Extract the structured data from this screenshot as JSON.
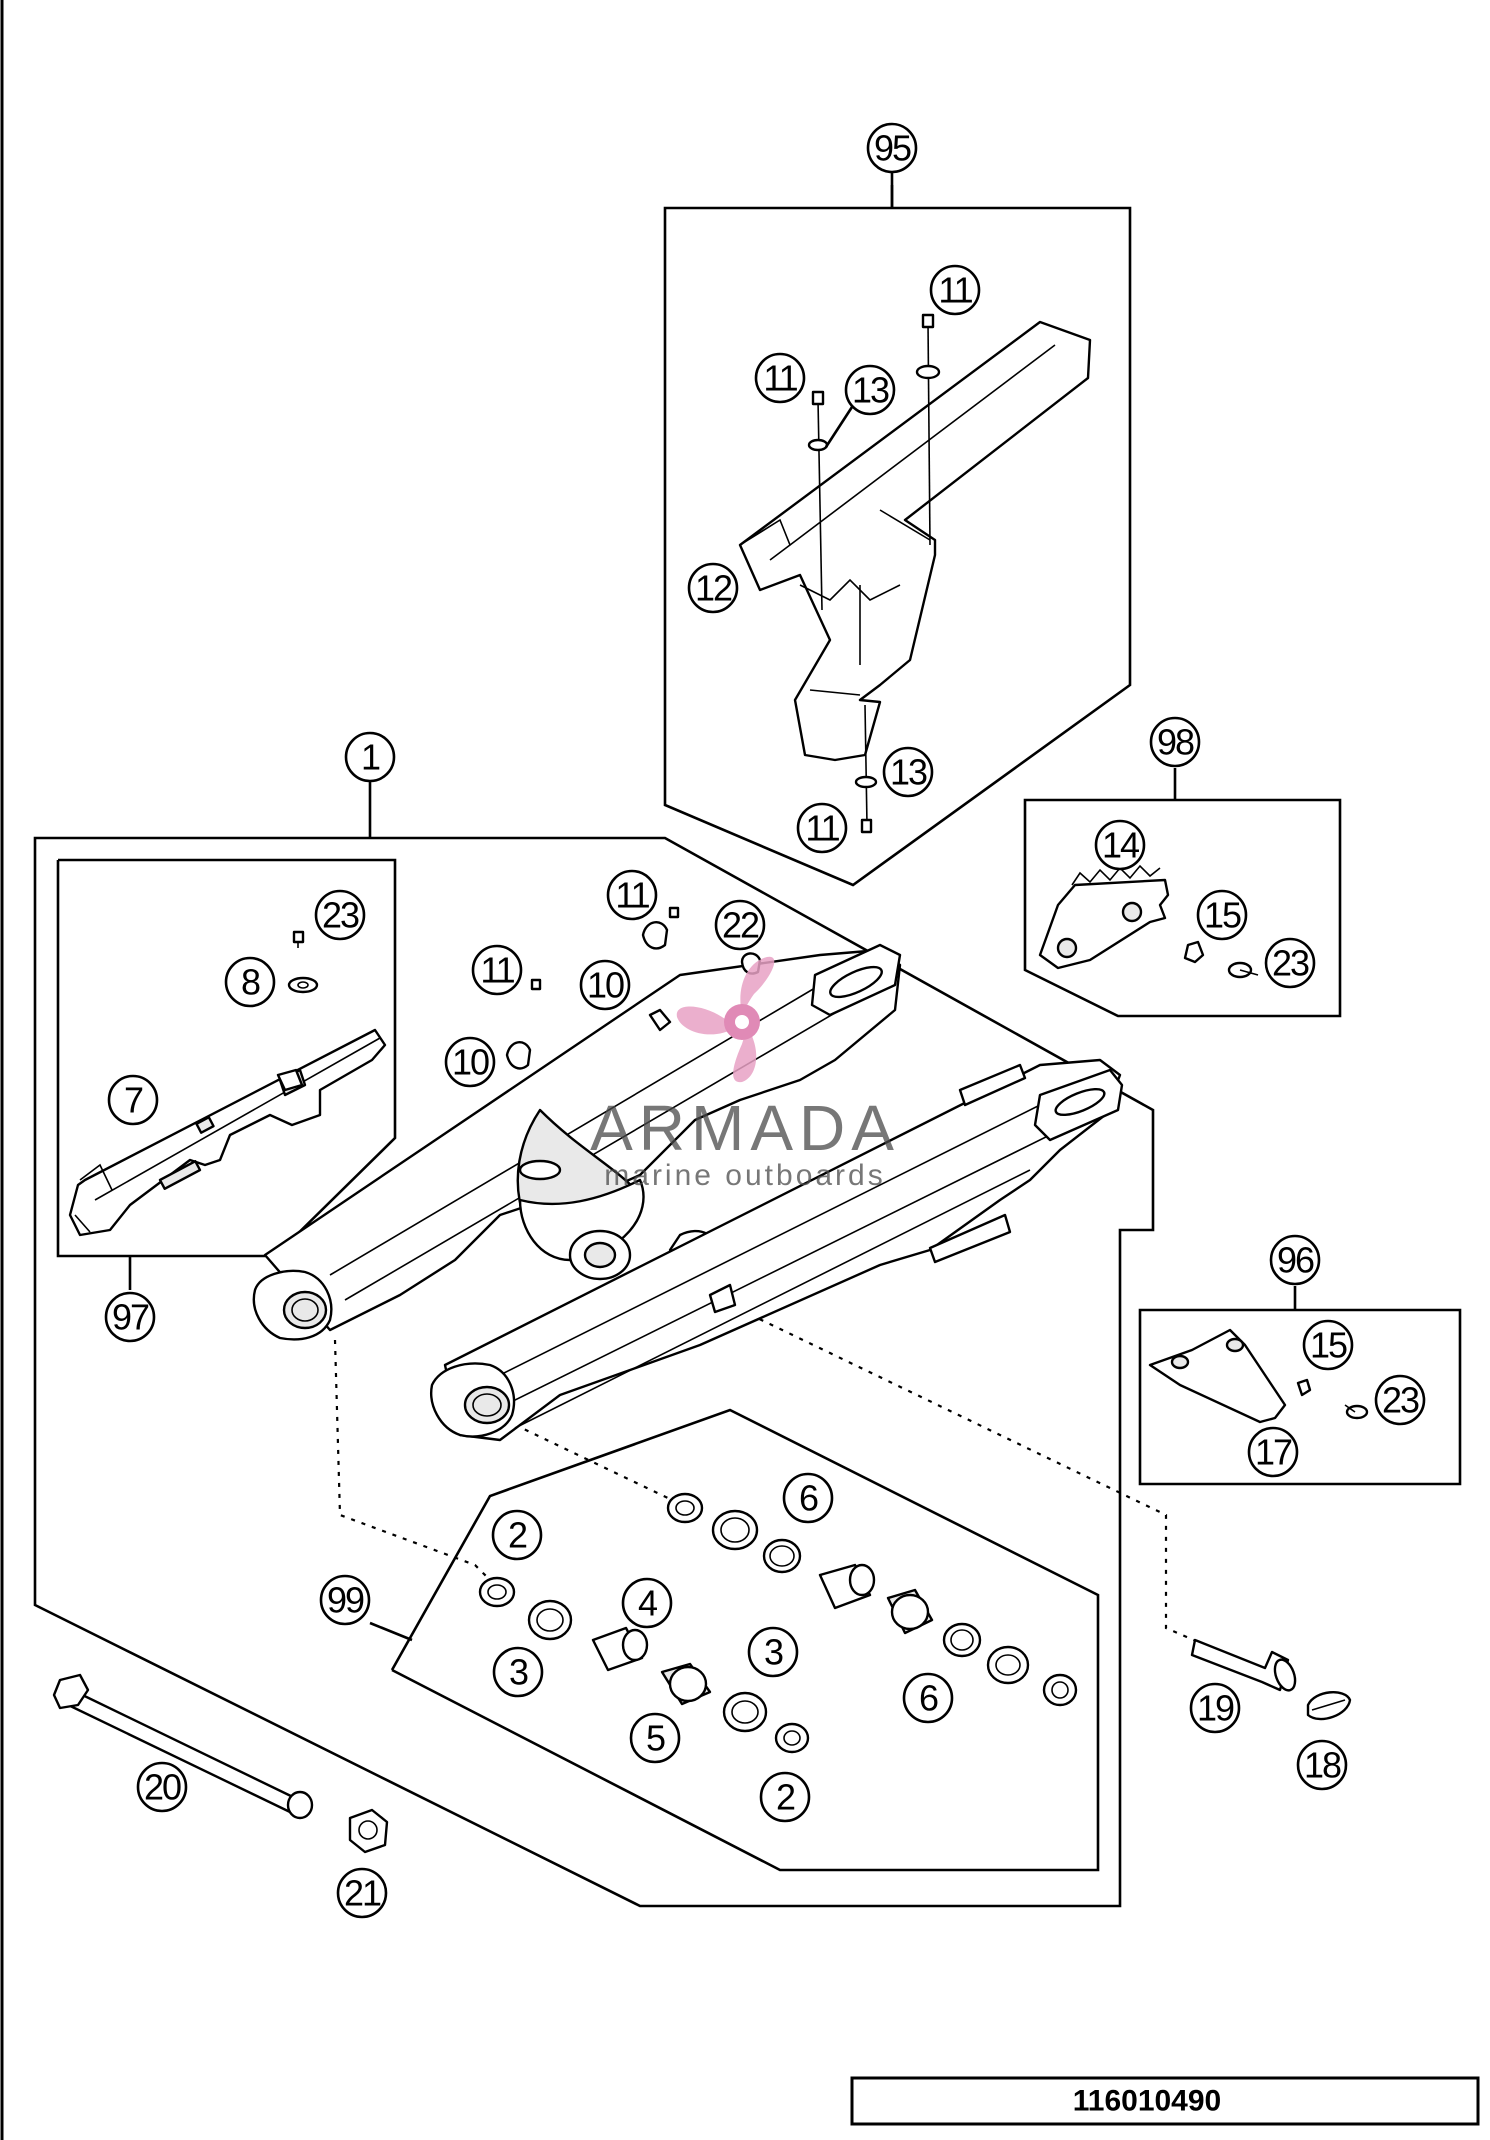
{
  "diagram_number": "116010490",
  "watermark": {
    "brand": "ARMADA",
    "tagline": "marine outboards",
    "logo_color": "#e7a1c4"
  },
  "callouts": {
    "c95": "95",
    "c11a": "11",
    "c11b": "11",
    "c13a": "13",
    "c12": "12",
    "c13b": "13",
    "c11c": "11",
    "c1": "1",
    "c98": "98",
    "c14": "14",
    "c15a": "15",
    "c23a": "23",
    "c23b": "23",
    "c8": "8",
    "c7": "7",
    "c97": "97",
    "c11d": "11",
    "c22": "22",
    "c11e": "11",
    "c10a": "10",
    "c10b": "10",
    "c96": "96",
    "c15b": "15",
    "c23c": "23",
    "c17": "17",
    "c2a": "2",
    "c6a": "6",
    "c99": "99",
    "c4": "4",
    "c3a": "3",
    "c3b": "3",
    "c6b": "6",
    "c5": "5",
    "c2b": "2",
    "c19": "19",
    "c18": "18",
    "c20": "20",
    "c21": "21"
  }
}
